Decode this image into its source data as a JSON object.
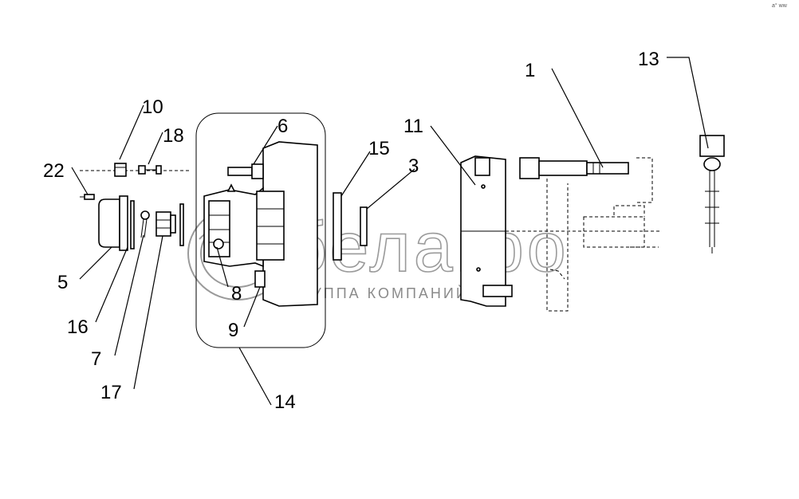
{
  "diagram": {
    "callouts": [
      {
        "id": "1",
        "label": "1"
      },
      {
        "id": "3",
        "label": "3"
      },
      {
        "id": "5",
        "label": "5"
      },
      {
        "id": "6",
        "label": "6"
      },
      {
        "id": "7",
        "label": "7"
      },
      {
        "id": "8",
        "label": "8"
      },
      {
        "id": "9",
        "label": "9"
      },
      {
        "id": "10",
        "label": "10"
      },
      {
        "id": "11",
        "label": "11"
      },
      {
        "id": "13",
        "label": "13"
      },
      {
        "id": "14",
        "label": "14"
      },
      {
        "id": "15",
        "label": "15"
      },
      {
        "id": "16",
        "label": "16"
      },
      {
        "id": "17",
        "label": "17"
      },
      {
        "id": "18",
        "label": "18"
      },
      {
        "id": "22",
        "label": "22"
      }
    ]
  },
  "watermark": {
    "brand": "белагро",
    "subtitle": "ГРУППА КОМПАНИЙ"
  },
  "corner_mark": "a° ww"
}
